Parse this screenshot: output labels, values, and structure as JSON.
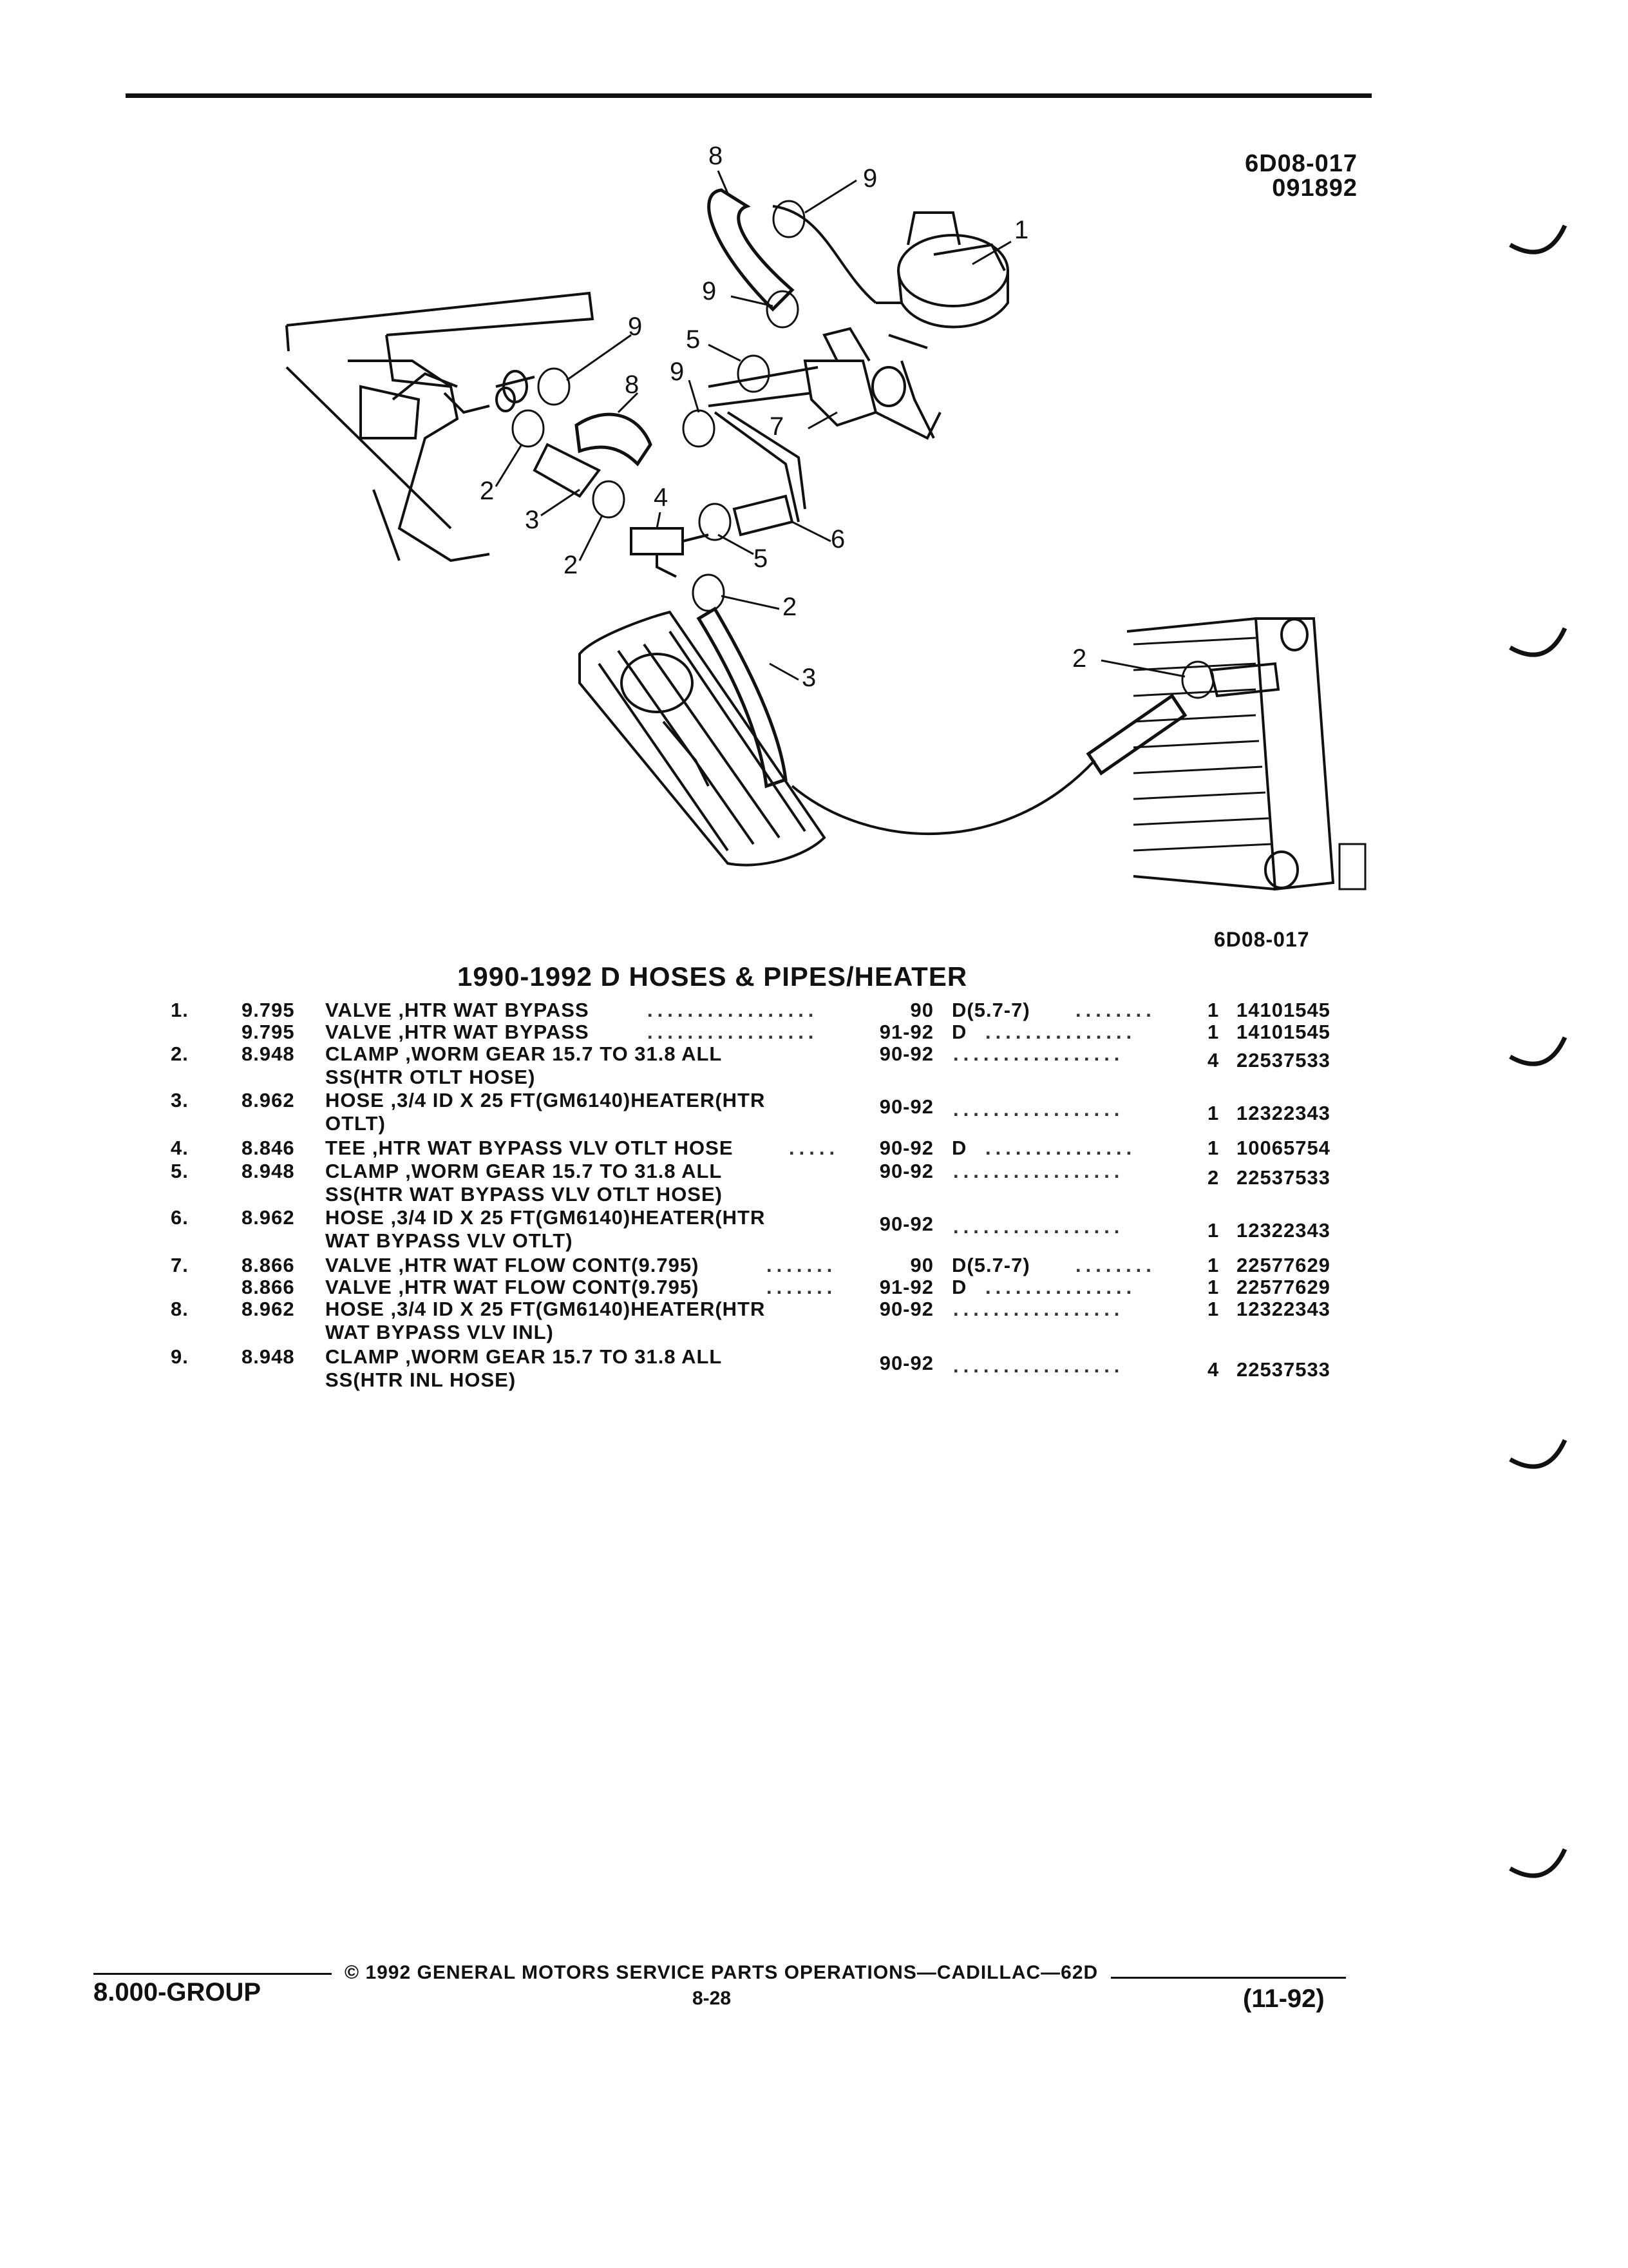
{
  "header": {
    "fig_code": "6D08-017",
    "fig_date": "091892"
  },
  "illustration": {
    "callouts": [
      "8",
      "9",
      "1",
      "9",
      "5",
      "9",
      "8",
      "9",
      "7",
      "2",
      "3",
      "4",
      "6",
      "5",
      "2",
      "2",
      "3",
      "2"
    ],
    "caption_code": "6D08-017"
  },
  "section_title": "1990-1992 D HOSES & PIPES/HEATER",
  "parts": [
    {
      "num": "1.",
      "group": "9.795",
      "desc": [
        "VALVE ,HTR WAT BYPASS"
      ],
      "years": "90",
      "model": "D(5.7-7)",
      "qty": "1",
      "part_no": "14101545"
    },
    {
      "num": "",
      "group": "9.795",
      "desc": [
        "VALVE ,HTR WAT BYPASS"
      ],
      "years": "91-92",
      "model": "D",
      "qty": "1",
      "part_no": "14101545"
    },
    {
      "num": "2.",
      "group": "8.948",
      "desc": [
        "CLAMP ,WORM GEAR 15.7 TO 31.8 ALL",
        "SS(HTR OTLT HOSE)"
      ],
      "years": "90-92",
      "model": "",
      "qty": "4",
      "part_no": "22537533"
    },
    {
      "num": "3.",
      "group": "8.962",
      "desc": [
        "HOSE ,3/4 ID X 25 FT(GM6140)HEATER(HTR",
        "OTLT)"
      ],
      "years": "90-92",
      "model": "",
      "qty": "1",
      "part_no": "12322343"
    },
    {
      "num": "4.",
      "group": "8.846",
      "desc": [
        "TEE ,HTR WAT BYPASS VLV OTLT HOSE"
      ],
      "years": "90-92",
      "model": "D",
      "qty": "1",
      "part_no": "10065754"
    },
    {
      "num": "5.",
      "group": "8.948",
      "desc": [
        "CLAMP ,WORM GEAR 15.7 TO 31.8 ALL",
        "SS(HTR WAT BYPASS VLV OTLT HOSE)"
      ],
      "years": "90-92",
      "model": "",
      "qty": "2",
      "part_no": "22537533"
    },
    {
      "num": "6.",
      "group": "8.962",
      "desc": [
        "HOSE ,3/4 ID X 25 FT(GM6140)HEATER(HTR",
        "WAT BYPASS VLV OTLT)"
      ],
      "years": "90-92",
      "model": "",
      "qty": "1",
      "part_no": "12322343"
    },
    {
      "num": "7.",
      "group": "8.866",
      "desc": [
        "VALVE ,HTR WAT FLOW CONT(9.795)"
      ],
      "years": "90",
      "model": "D(5.7-7)",
      "qty": "1",
      "part_no": "22577629"
    },
    {
      "num": "",
      "group": "8.866",
      "desc": [
        "VALVE ,HTR WAT FLOW CONT(9.795)"
      ],
      "years": "91-92",
      "model": "D",
      "qty": "1",
      "part_no": "22577629"
    },
    {
      "num": "8.",
      "group": "8.962",
      "desc": [
        "HOSE ,3/4 ID X 25 FT(GM6140)HEATER(HTR",
        "WAT BYPASS VLV INL)"
      ],
      "years": "90-92",
      "model": "",
      "qty": "1",
      "part_no": "12322343"
    },
    {
      "num": "9.",
      "group": "8.948",
      "desc": [
        "CLAMP ,WORM GEAR 15.7 TO 31.8 ALL",
        "SS(HTR INL HOSE)"
      ],
      "years": "90-92",
      "model": "",
      "qty": "4",
      "part_no": "22537533"
    }
  ],
  "footer": {
    "group": "8.000-GROUP",
    "copyright": "© 1992 GENERAL MOTORS SERVICE PARTS OPERATIONS—CADILLAC—62D",
    "page": "8-28",
    "date": "(11-92)"
  }
}
